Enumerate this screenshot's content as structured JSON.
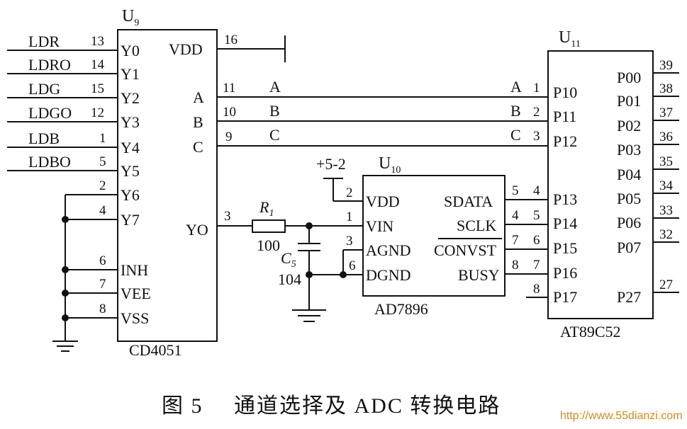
{
  "caption": {
    "figure": "图 5",
    "title": "通道选择及 ADC 转换电路"
  },
  "watermark": "http://www.55dianzi.com",
  "u9": {
    "ref_main": "U",
    "ref_sub": "9",
    "part": "CD4051",
    "left_pins": [
      {
        "net": "LDR",
        "num": "13",
        "name": "Y0"
      },
      {
        "net": "LDRO",
        "num": "14",
        "name": "Y1"
      },
      {
        "net": "LDG",
        "num": "15",
        "name": "Y2"
      },
      {
        "net": "LDGO",
        "num": "12",
        "name": "Y3"
      },
      {
        "net": "LDB",
        "num": "1",
        "name": "Y4"
      },
      {
        "net": "LDBO",
        "num": "5",
        "name": "Y5"
      },
      {
        "net": "",
        "num": "2",
        "name": "Y6"
      },
      {
        "net": "",
        "num": "4",
        "name": "Y7"
      },
      {
        "net": "",
        "num": "6",
        "name": "INH"
      },
      {
        "net": "",
        "num": "7",
        "name": "VEE"
      },
      {
        "net": "",
        "num": "8",
        "name": "VSS"
      }
    ],
    "right_pins": [
      {
        "num": "16",
        "name": "VDD",
        "net": ""
      },
      {
        "num": "11",
        "name": "A",
        "net": "A"
      },
      {
        "num": "10",
        "name": "B",
        "net": "B"
      },
      {
        "num": "9",
        "name": "C",
        "net": "C"
      },
      {
        "num": "3",
        "name": "YO",
        "net": ""
      }
    ]
  },
  "r1": {
    "ref_main": "R",
    "ref_sub": "1",
    "value": "100"
  },
  "c5": {
    "ref_main": "C",
    "ref_sub": "5",
    "value": "104"
  },
  "u10": {
    "ref_main": "U",
    "ref_sub": "10",
    "part": "AD7896",
    "supply": "+5-2",
    "left_pins": [
      {
        "num": "2",
        "name": "VDD"
      },
      {
        "num": "1",
        "name": "VIN"
      },
      {
        "num": "3",
        "name": "AGND"
      },
      {
        "num": "6",
        "name": "DGND"
      }
    ],
    "right_pins": [
      {
        "num": "5",
        "name": "SDATA"
      },
      {
        "num": "4",
        "name": "SCLK"
      },
      {
        "num": "7",
        "name": "CONVST"
      },
      {
        "num": "8",
        "name": "BUSY"
      }
    ]
  },
  "u11": {
    "ref_main": "U",
    "ref_sub": "11",
    "part": "AT89C52",
    "left_pins": [
      {
        "net": "A",
        "num": "1",
        "name": "P10"
      },
      {
        "net": "B",
        "num": "2",
        "name": "P11"
      },
      {
        "net": "C",
        "num": "3",
        "name": "P12"
      },
      {
        "net": "",
        "num": "4",
        "name": "P13"
      },
      {
        "net": "",
        "num": "5",
        "name": "P14"
      },
      {
        "net": "",
        "num": "6",
        "name": "P15"
      },
      {
        "net": "",
        "num": "7",
        "name": "P16"
      },
      {
        "net": "",
        "num": "8",
        "name": "P17"
      }
    ],
    "right_pins": [
      {
        "num": "39",
        "name": "P00"
      },
      {
        "num": "38",
        "name": "P01"
      },
      {
        "num": "37",
        "name": "P02"
      },
      {
        "num": "36",
        "name": "P03"
      },
      {
        "num": "35",
        "name": "P04"
      },
      {
        "num": "34",
        "name": "P05"
      },
      {
        "num": "33",
        "name": "P06"
      },
      {
        "num": "32",
        "name": "P07"
      },
      {
        "num": "27",
        "name": "P27"
      }
    ]
  }
}
